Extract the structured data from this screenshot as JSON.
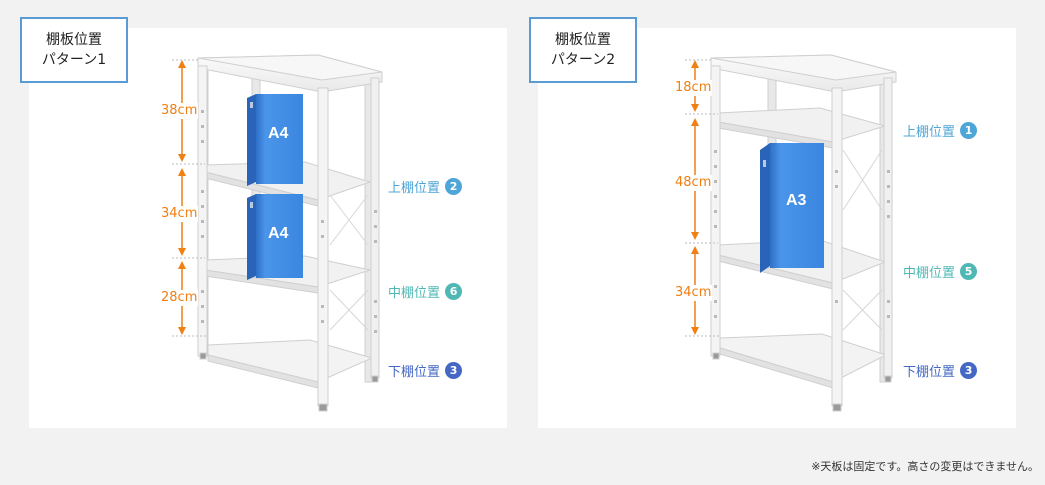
{
  "pattern1": {
    "title_line1": "棚板位置",
    "title_line2": "パターン1",
    "dims": [
      "38cm",
      "34cm",
      "28cm"
    ],
    "books": [
      "A4",
      "A4"
    ],
    "positions": [
      {
        "label": "上棚位置",
        "num": "2",
        "color": "#4ea6d8"
      },
      {
        "label": "中棚位置",
        "num": "6",
        "color": "#50b8b4"
      },
      {
        "label": "下棚位置",
        "num": "3",
        "color": "#4468c4"
      }
    ]
  },
  "pattern2": {
    "title_line1": "棚板位置",
    "title_line2": "パターン2",
    "dims": [
      "18cm",
      "48cm",
      "34cm"
    ],
    "books": [
      "A3"
    ],
    "positions": [
      {
        "label": "上棚位置",
        "num": "1",
        "color": "#4ea6d8"
      },
      {
        "label": "中棚位置",
        "num": "5",
        "color": "#50b8b4"
      },
      {
        "label": "下棚位置",
        "num": "3",
        "color": "#4468c4"
      }
    ]
  },
  "note": "※天板は固定です。高さの変更はできません。",
  "colors": {
    "accent_border": "#5a9bd5",
    "dimension": "#f07f14",
    "binder": "#3a86e0"
  }
}
